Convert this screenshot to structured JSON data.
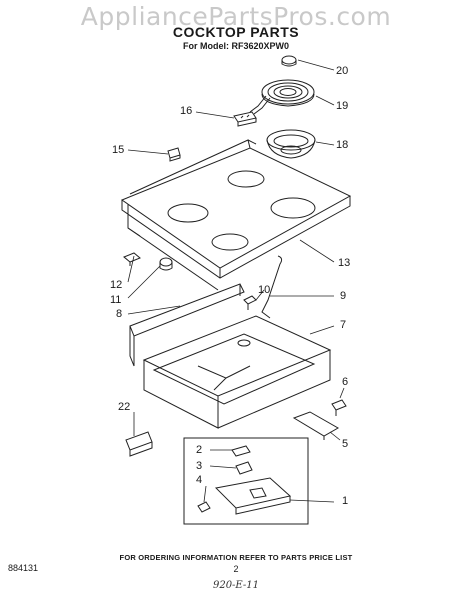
{
  "watermark": "AppliancePartsPros.com",
  "header": {
    "title": "COCKTOP PARTS",
    "subtitle": "For Model: RF3620XPW0"
  },
  "callouts": {
    "c1": "1",
    "c2": "2",
    "c3": "3",
    "c4": "4",
    "c5": "5",
    "c6": "6",
    "c7": "7",
    "c8": "8",
    "c9": "9",
    "c10": "10",
    "c11": "11",
    "c12": "12",
    "c13": "13",
    "c15": "15",
    "c16": "16",
    "c18": "18",
    "c19": "19",
    "c20": "20",
    "c22": "22"
  },
  "footer": {
    "note": "FOR ORDERING INFORMATION REFER TO PARTS PRICE LIST",
    "page": "2",
    "doc_number": "884131",
    "handwritten": "920-E-11"
  }
}
